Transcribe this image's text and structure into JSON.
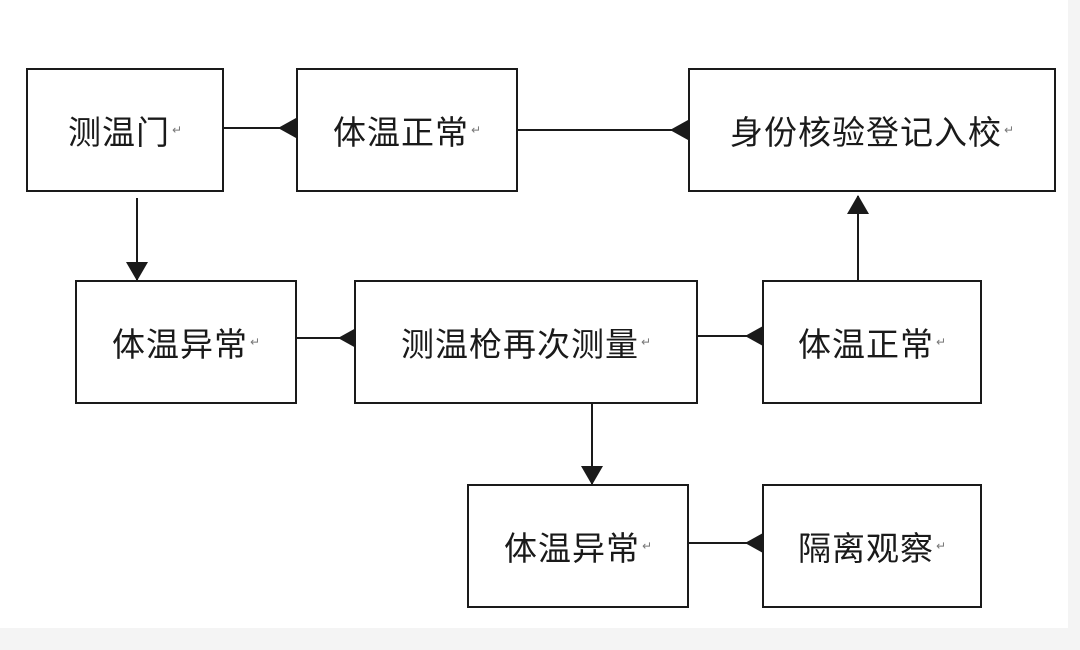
{
  "colors": {
    "line": "#1a1a1a",
    "box_border": "#1a1a1a",
    "text": "#1a1a1a",
    "background": "#ffffff"
  },
  "paragraph_mark": "↵",
  "nodes": {
    "temp_gate": "测温门",
    "normal_temp_1": "体温正常",
    "id_check": "身份核验登记入校",
    "abnormal_temp_1": "体温异常",
    "remeasure": "测温枪再次测量",
    "normal_temp_2": "体温正常",
    "abnormal_temp_2": "体温异常",
    "isolation": "隔离观察"
  }
}
